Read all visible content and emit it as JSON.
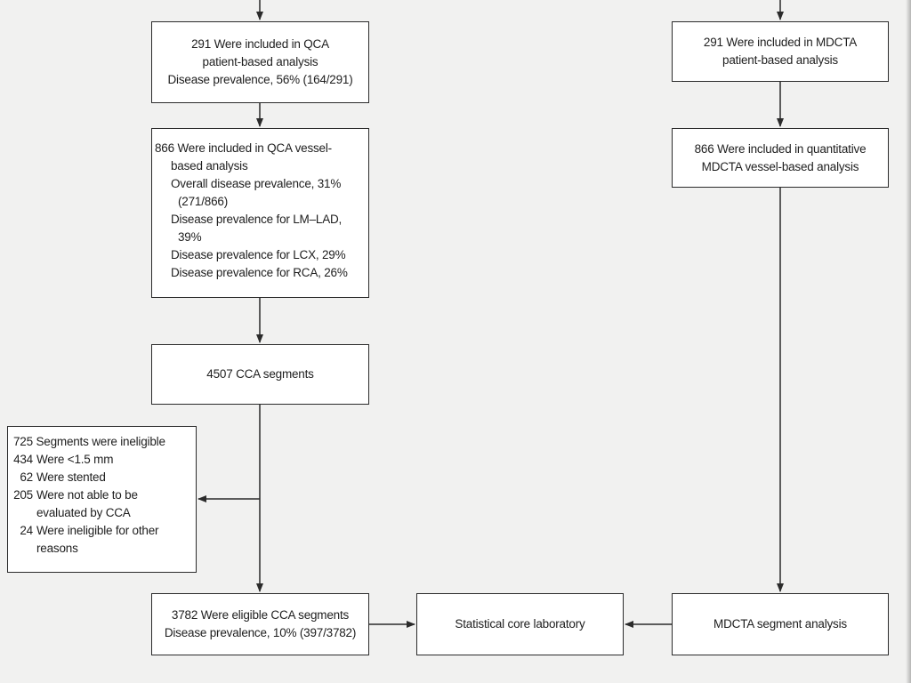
{
  "qca_patient": {
    "lines": [
      "291 Were included in QCA",
      "patient-based analysis",
      "Disease prevalence, 56% (164/291)"
    ]
  },
  "mdcta_patient": {
    "lines": [
      "291 Were included in MDCTA",
      "patient-based analysis"
    ]
  },
  "qca_vessel": {
    "lines": [
      "866 Were included in QCA vessel-",
      "based analysis",
      "Overall disease prevalence, 31%",
      "(271/866)",
      "Disease prevalence for LM–LAD,",
      "39%",
      "Disease prevalence for LCX, 29%",
      "Disease prevalence for RCA, 26%"
    ]
  },
  "mdcta_vessel": {
    "lines": [
      "866 Were included in quantitative",
      "MDCTA vessel-based analysis"
    ]
  },
  "cca_segments": {
    "label": "4507 CCA segments"
  },
  "ineligible": {
    "title": "725 Segments were ineligible",
    "items": [
      {
        "count": "434",
        "text": "Were <1.5 mm",
        "cont": ""
      },
      {
        "count": "62",
        "text": "Were stented",
        "cont": ""
      },
      {
        "count": "205",
        "text": "Were not able to be",
        "cont": "evaluated by CCA"
      },
      {
        "count": "24",
        "text": "Were ineligible for other",
        "cont": "reasons"
      }
    ]
  },
  "eligible": {
    "lines": [
      "3782 Were eligible CCA segments",
      "Disease prevalence, 10% (397/3782)"
    ]
  },
  "stat_lab": {
    "label": "Statistical core laboratory"
  },
  "mdcta_segment": {
    "label": "MDCTA segment analysis"
  },
  "colors": {
    "background": "#f1f1f0",
    "box": "#ffffff",
    "stroke": "#2b2b2b"
  }
}
